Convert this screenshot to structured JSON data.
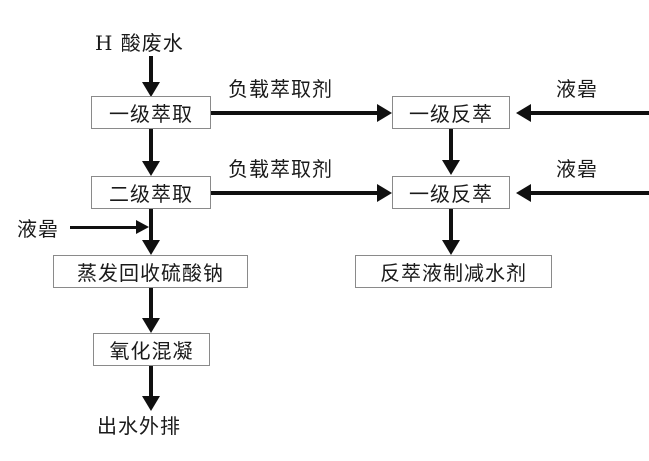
{
  "diagram": {
    "title": "H acid wastewater extraction process flow",
    "colors": {
      "box_border": "#8a8a8a",
      "arrow": "#101010",
      "text": "#1a1a1a",
      "background": "#ffffff"
    },
    "nodes": [
      {
        "id": "extract1",
        "label": "一级萃取"
      },
      {
        "id": "extract2",
        "label": "二级萃取"
      },
      {
        "id": "strip1",
        "label": "一级反萃"
      },
      {
        "id": "strip2",
        "label": "一级反萃"
      },
      {
        "id": "evaporate",
        "label": "蒸发回收硫酸钠"
      },
      {
        "id": "oxidize",
        "label": "氧化混凝"
      },
      {
        "id": "reducer",
        "label": "反萃液制减水剂"
      }
    ],
    "labels": [
      {
        "id": "influent",
        "text": "H 酸废水"
      },
      {
        "id": "loaded-extractant-1",
        "text": "负载萃取剂"
      },
      {
        "id": "loaded-extractant-2",
        "text": "负载萃取剂"
      },
      {
        "id": "caustic-right-1",
        "text": "液碞"
      },
      {
        "id": "caustic-right-2",
        "text": "液碞"
      },
      {
        "id": "caustic-left",
        "text": "液碞"
      },
      {
        "id": "effluent",
        "text": "出水外排"
      }
    ]
  }
}
